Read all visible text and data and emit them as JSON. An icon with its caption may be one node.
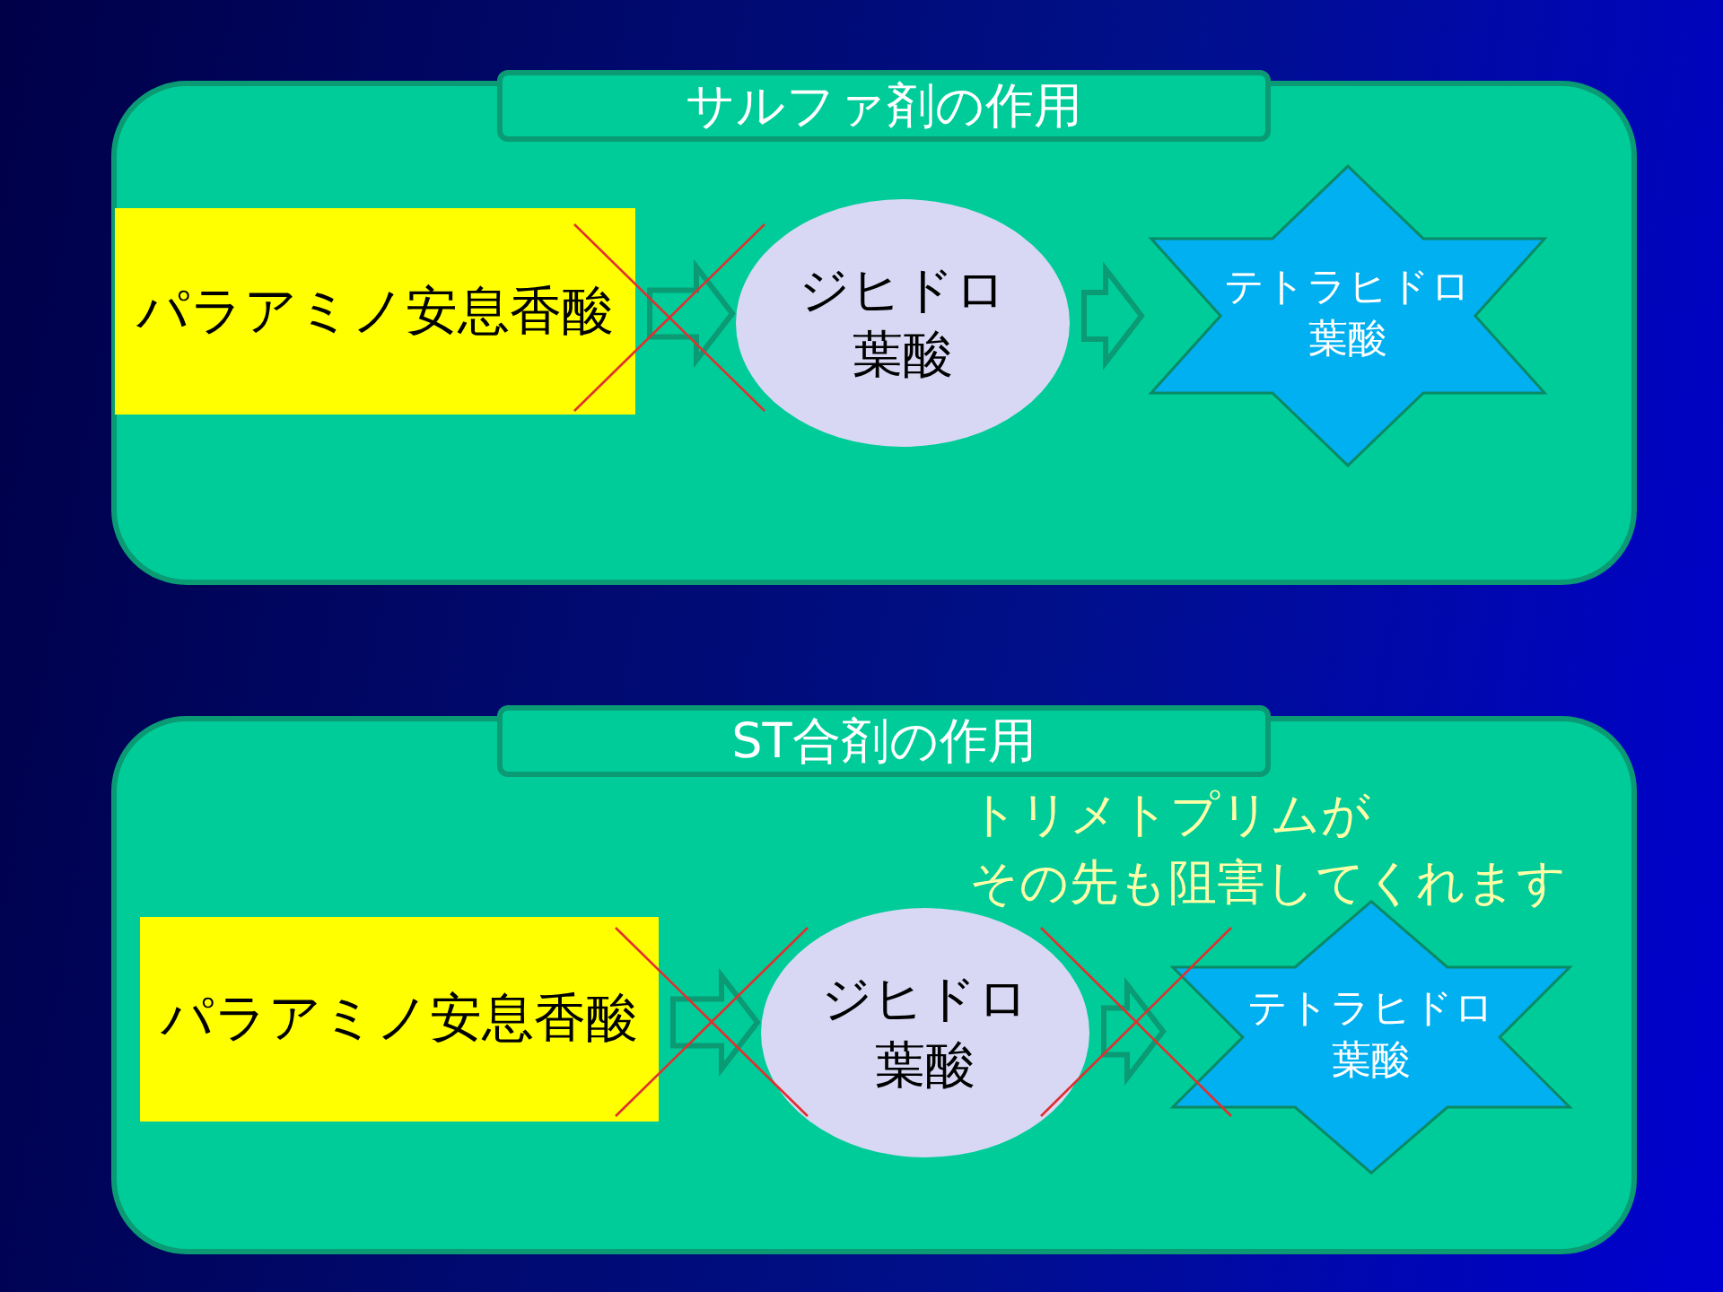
{
  "diagram": {
    "nodes": [
      {
        "text": [
          "サルファ剤の作用"
        ]
      },
      {
        "text": [
          "パラアミノ安息香酸"
        ],
        "in": 0
      },
      {
        "text": [
          "ジヒドロ葉酸"
        ],
        "in": 0
      },
      {
        "text": [
          "テトラヒドロ葉酸"
        ],
        "in": 0
      },
      {
        "text": [
          "ST合剤の作用"
        ]
      },
      {
        "text": [
          "パラアミノ安息香酸"
        ],
        "in": 4
      },
      {
        "text": [
          "ジヒドロ葉酸"
        ],
        "in": 4
      },
      {
        "text": [
          "テトラヒドロ葉酸"
        ],
        "in": 4
      }
    ],
    "edges": [
      {
        "from": 1,
        "to": 2,
        "arrow": "to"
      },
      {
        "from": 2,
        "to": 3,
        "arrow": "to"
      },
      {
        "from": 5,
        "to": 6,
        "arrow": "to"
      },
      {
        "from": 6,
        "to": 7,
        "arrow": "to"
      }
    ],
    "labels": [
      "トリメトプリムが",
      "その先も阻害してくれます"
    ]
  }
}
